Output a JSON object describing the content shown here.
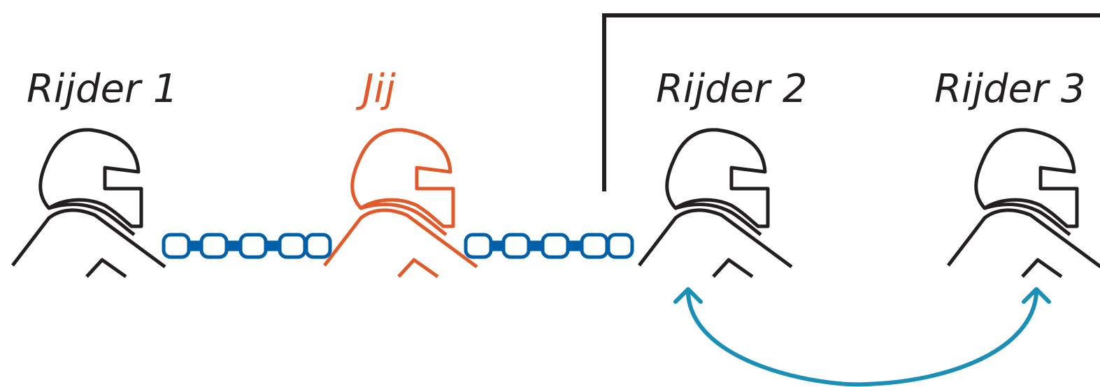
{
  "riders": [
    {
      "label": "Rijder 1",
      "color": "#231f20"
    },
    {
      "label": "Jij",
      "color": "#e2592a"
    },
    {
      "label": "Rijder 2",
      "color": "#231f20"
    },
    {
      "label": "Rijder 3",
      "color": "#231f20"
    }
  ],
  "colors": {
    "chain": "#0060a9",
    "arrow": "#1a8fb8",
    "frame": "#231f20"
  },
  "icons": {
    "chain": "chain-link-icon",
    "arrow": "double-headed-curved-arrow-icon",
    "helmet": "helmet-rider-icon"
  }
}
